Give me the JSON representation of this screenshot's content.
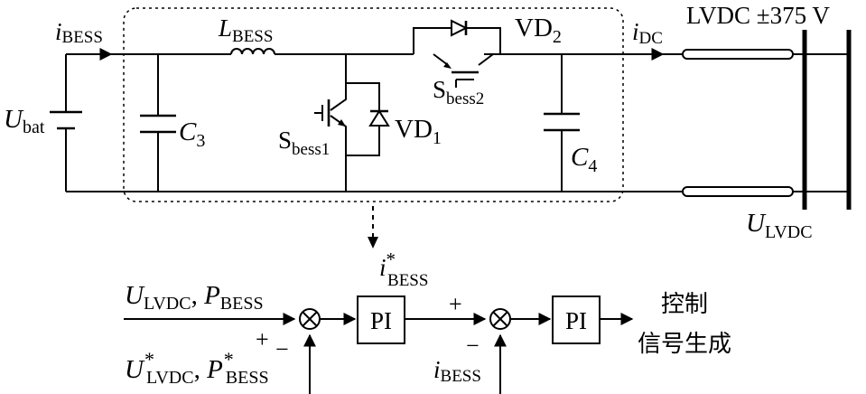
{
  "circuit": {
    "i_bess_top": {
      "sym": "i",
      "sub": "BESS"
    },
    "inductor": {
      "sym": "L",
      "sub": "BESS"
    },
    "battery": {
      "sym": "U",
      "sub": "bat"
    },
    "cap_c3": {
      "sym": "C",
      "sub": "3"
    },
    "cap_c4": {
      "sym": "C",
      "sub": "4"
    },
    "switch1": {
      "sym": "S",
      "sub": "bess1"
    },
    "switch2": {
      "sym": "S",
      "sub": "bess2"
    },
    "diode1": {
      "sym": "VD",
      "sub": "1"
    },
    "diode2": {
      "sym": "VD",
      "sub": "2"
    },
    "i_dc": {
      "sym": "i",
      "sub": "DC"
    },
    "bus_label": "LVDC ±375 V",
    "u_lvdc": {
      "sym": "U",
      "sub": "LVDC"
    }
  },
  "control": {
    "input_top": {
      "u": "U",
      "u_sub": "LVDC",
      "sep": ", ",
      "p": "P",
      "p_sub": "BESS"
    },
    "input_ref": {
      "u": "U",
      "u_sup": "*",
      "u_sub": "LVDC",
      "sep": ", ",
      "p": "P",
      "p_sup": "*",
      "p_sub": "BESS"
    },
    "plus1": "+",
    "minus1": "−",
    "pi1": "PI",
    "i_ref": {
      "sym": "i",
      "sup": "*",
      "sub": "BESS"
    },
    "plus2": "+",
    "minus2": "−",
    "i_fb": {
      "sym": "i",
      "sub": "BESS"
    },
    "pi2": "PI",
    "output_line1": "控制",
    "output_line2": "信号生成"
  }
}
